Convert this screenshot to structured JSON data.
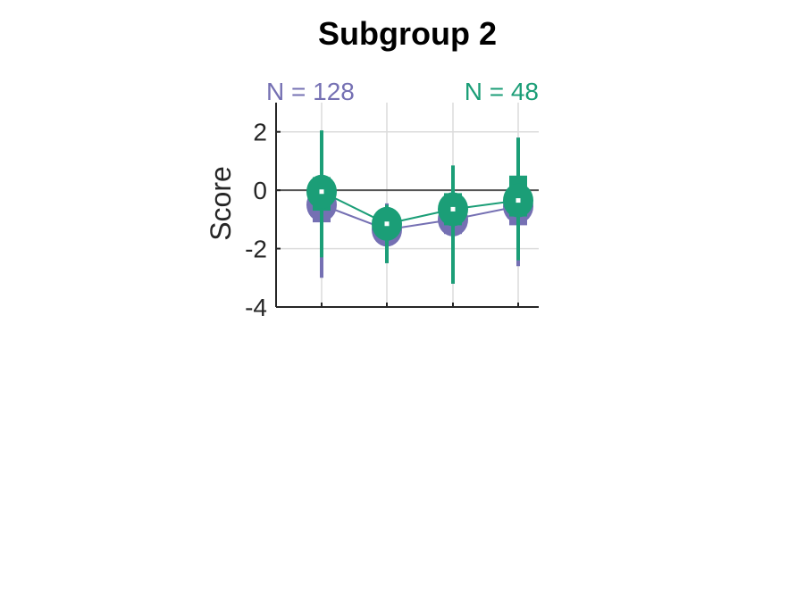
{
  "chart_data": {
    "type": "line",
    "title": "Subgroup 2",
    "xlabel": "",
    "ylabel": "Score",
    "ylim": [
      -4,
      3
    ],
    "yticks": [
      -4,
      -2,
      0,
      2
    ],
    "grid": true,
    "x": [
      1,
      2,
      3,
      4
    ],
    "annotations": [
      {
        "text": "N = 128",
        "color": "#7570b3",
        "placement": "top-left"
      },
      {
        "text": "N = 48",
        "color": "#1b9e77",
        "placement": "top-right"
      }
    ],
    "series": [
      {
        "color": "#7570b3",
        "values": [
          -0.5,
          -1.35,
          -1.0,
          -0.55
        ],
        "q1": [
          -1.1,
          -1.75,
          -1.5,
          -1.2
        ],
        "q3": [
          0.0,
          -0.95,
          -0.45,
          0.0
        ],
        "whisker_low": [
          -3.0,
          -2.5,
          -3.2,
          -2.6
        ],
        "whisker_high": [
          2.0,
          -0.45,
          0.8,
          1.8
        ]
      },
      {
        "color": "#1b9e77",
        "values": [
          -0.05,
          -1.15,
          -0.65,
          -0.35
        ],
        "q1": [
          -0.7,
          -1.6,
          -1.2,
          -0.9
        ],
        "q3": [
          0.45,
          -0.75,
          -0.1,
          0.5
        ],
        "whisker_low": [
          -2.3,
          -2.5,
          -3.2,
          -2.4
        ],
        "whisker_high": [
          2.05,
          -0.5,
          0.85,
          1.8
        ]
      }
    ]
  }
}
